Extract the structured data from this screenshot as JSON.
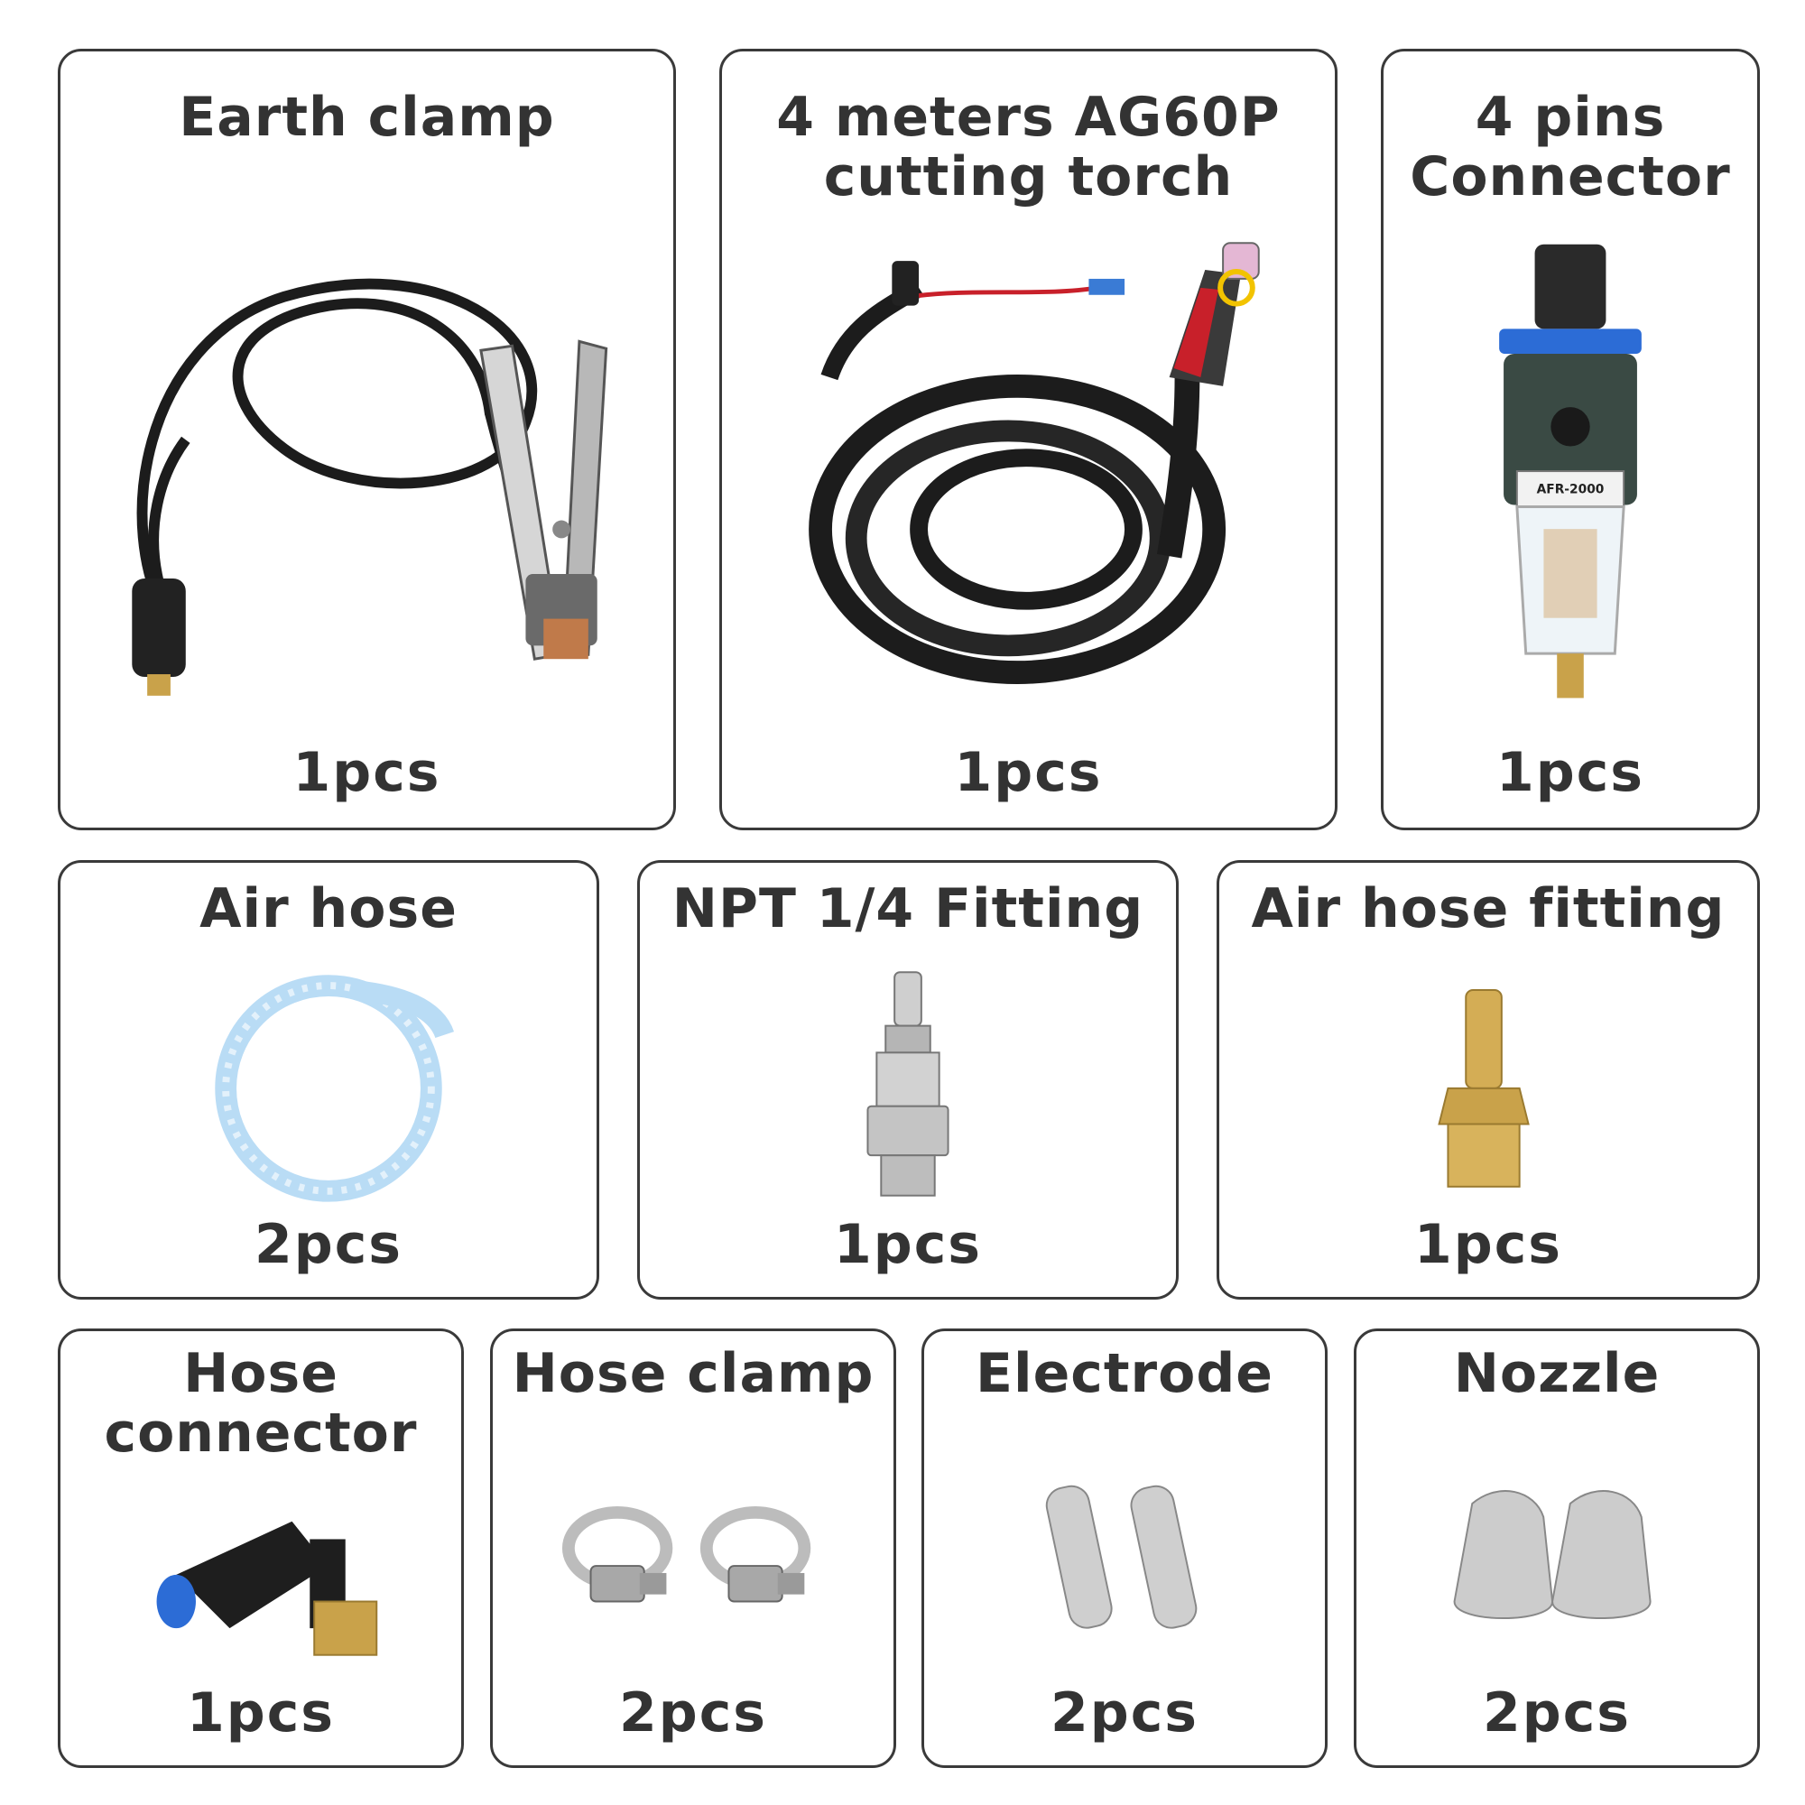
{
  "items": [
    {
      "title": "Earth clamp",
      "qty": "1pcs"
    },
    {
      "title": "4 meters AG60P\ncutting torch",
      "qty": "1pcs"
    },
    {
      "title": "4 pins\nConnector",
      "qty": "1pcs"
    },
    {
      "title": "Air hose",
      "qty": "2pcs"
    },
    {
      "title": "NPT 1/4 Fitting",
      "qty": "1pcs"
    },
    {
      "title": "Air hose fitting",
      "qty": "1pcs"
    },
    {
      "title": "Hose\nconnector",
      "qty": "1pcs"
    },
    {
      "title": "Hose clamp",
      "qty": "2pcs"
    },
    {
      "title": "Electrode",
      "qty": "2pcs"
    },
    {
      "title": "Nozzle",
      "qty": "2pcs"
    }
  ],
  "regulator_label": "AFR-2000",
  "colors": {
    "border": "#3a3a3a",
    "text": "#333333",
    "cable": "#1c1c1c",
    "brass": "#c9a24a",
    "chrome": "#c8c8c8",
    "torch_red": "#c8202a",
    "hose_blue": "#b9dcf5",
    "regulator_blue": "#2c6cd6"
  },
  "icons": [
    "earth-clamp-icon",
    "cutting-torch-icon",
    "air-regulator-icon",
    "air-hose-icon",
    "npt-fitting-icon",
    "barb-fitting-icon",
    "elbow-connector-icon",
    "hose-clamp-icon",
    "electrode-icon",
    "nozzle-icon"
  ]
}
